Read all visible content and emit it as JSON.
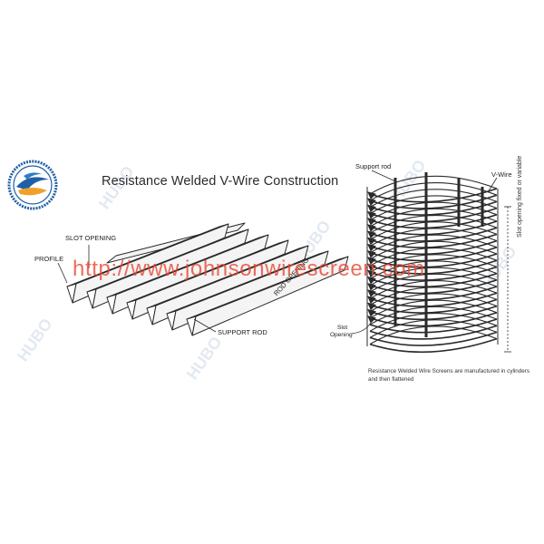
{
  "title": "Resistance Welded V-Wire Construction",
  "flat_panel": {
    "slot_opening": "SLOT OPENING",
    "profile": "PROFILE",
    "rod_opening": "ROD OPENING",
    "support_rod": "SUPPORT ROD"
  },
  "cylinder": {
    "support_rod": "Support rod",
    "v_wire": "V-Wire",
    "slot_line1": "Slot",
    "slot_line2": "Opening",
    "vertical_note": "Slot opening fixed or variable",
    "caption": "Resistance Welded Wire Screens are manufactured in cylinders and then flattened"
  },
  "watermark_url": "http://www.johnsonwirescreen.com",
  "watermark_brand": "HUBO",
  "colors": {
    "line": "#2a2a2a",
    "url": "#e84632",
    "logo_blue": "#1f5fa6",
    "logo_orange": "#f0a02a",
    "watermark": "#dfe6ee"
  }
}
